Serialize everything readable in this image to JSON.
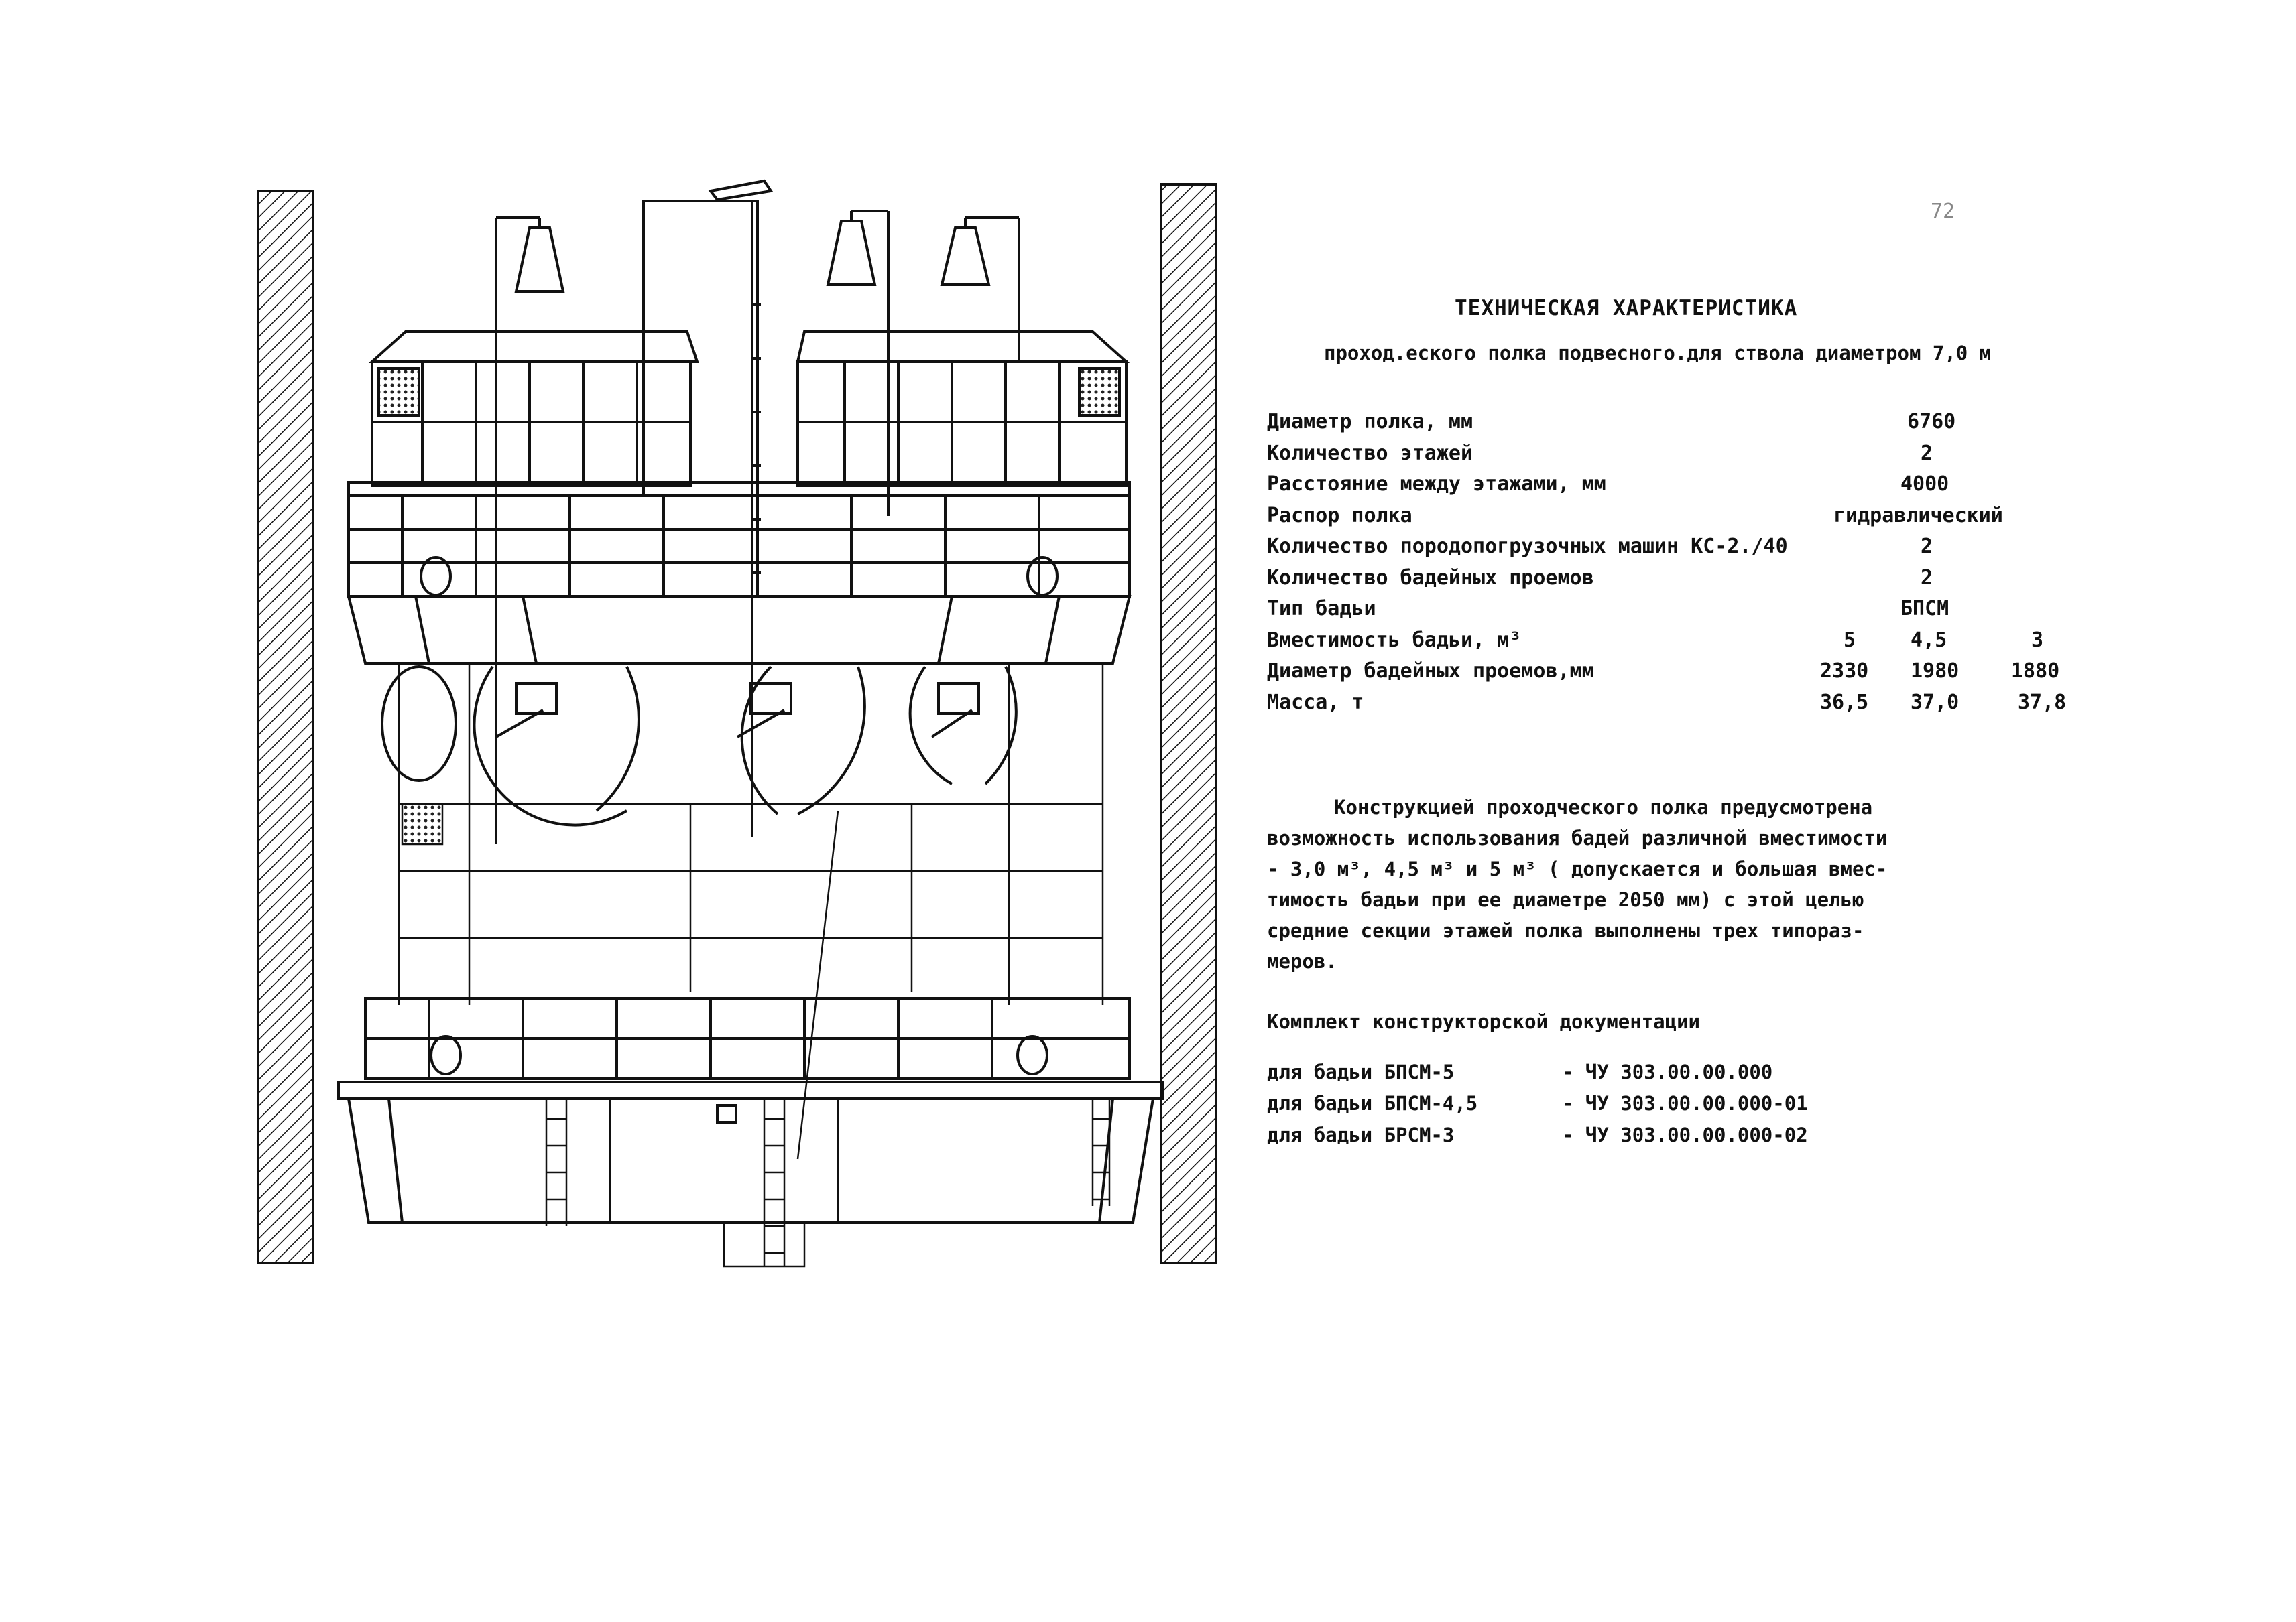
{
  "page_number": "72",
  "title": "ТЕХНИЧЕСКАЯ ХАРАКТЕРИСТИКА",
  "subtitle": "проход.еского полка подвесного.для ствола диаметром 7,0 м",
  "specs": [
    {
      "label": "Диаметр полка, мм",
      "values": [
        "6760"
      ]
    },
    {
      "label": "Количество этажей",
      "values": [
        "2"
      ]
    },
    {
      "label": "Расстояние между этажами, мм",
      "values": [
        "4000"
      ]
    },
    {
      "label": "Распор полка",
      "values": [
        "гидравлический"
      ]
    },
    {
      "label": "Количество породопогрузочных машин КС-2./40",
      "values": [
        "2"
      ]
    },
    {
      "label": "Количество бадейных проемов",
      "values": [
        "2"
      ]
    },
    {
      "label": "Тип бадьи",
      "values": [
        "БПСМ"
      ]
    },
    {
      "label": "Вместимость бадьи, м³",
      "values": [
        "5",
        "4,5",
        "3"
      ]
    },
    {
      "label": "Диаметр бадейных проемов,мм",
      "values": [
        "2330",
        "1980",
        "1880"
      ]
    },
    {
      "label": "Масса, т",
      "values": [
        "36,5",
        "37,0",
        "37,8"
      ]
    }
  ],
  "paragraph": [
    "Конструкцией проходческого полка предусмотрена",
    "возможность использования бадей различной вместимости",
    "- 3,0 м³, 4,5 м³ и 5 м³ ( допускается и большая вмес-",
    "тимость бадьи при ее диаметре 2050 мм) с этой целью",
    "средние секции этажей полка выполнены трех типораз-",
    "меров."
  ],
  "kit_heading": "Комплект конструкторской документации",
  "kit": [
    {
      "bucket": "для бадьи БПСМ-5",
      "code": "- ЧУ 303.00.00.000"
    },
    {
      "bucket": "для бадьи БПСМ-4,5",
      "code": "- ЧУ 303.00.00.000-01"
    },
    {
      "bucket": "для бадьи БРСМ-3",
      "code": "- ЧУ 303.00.00.000-02"
    }
  ]
}
